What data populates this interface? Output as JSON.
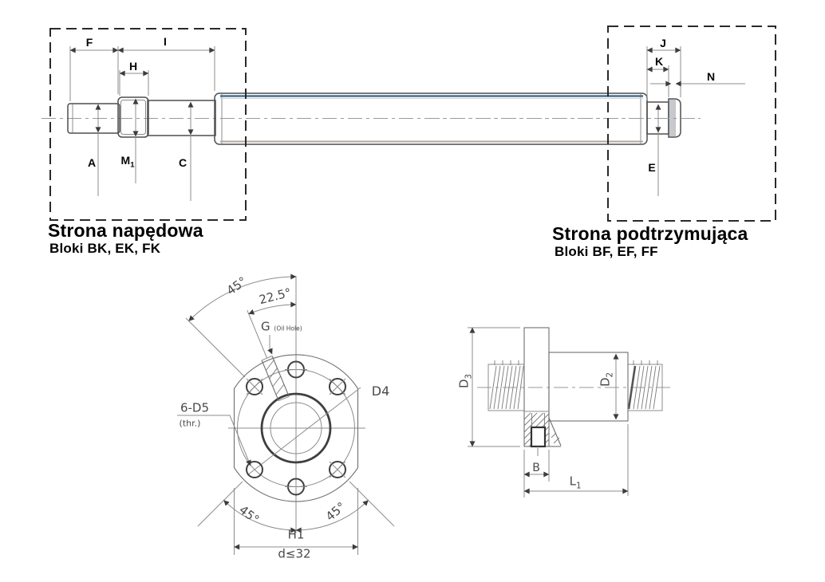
{
  "drive_side": {
    "title": "Strona napędowa",
    "subtitle": "Bloki BK, EK, FK",
    "dims": {
      "f": "F",
      "i": "I",
      "h": "H",
      "a": "A",
      "m_base": "M",
      "m_sub": "1",
      "c": "C"
    }
  },
  "support_side": {
    "title": "Strona podtrzymująca",
    "subtitle": "Bloki BF, EF, FF",
    "dims": {
      "j": "J",
      "k": "K",
      "n": "N",
      "e": "E"
    }
  },
  "flange_view": {
    "angle_top": "45°",
    "angle_mid": "22.5°",
    "oil_label": "G",
    "oil_note": "(Oil Hole)",
    "d4": "D4",
    "bolts": "6-D5",
    "bolts_note": "(thr.)",
    "angle_bl": "45°",
    "angle_br": "45°",
    "h1": "H1",
    "shaft_limit": "d≤32"
  },
  "section_view": {
    "d3_base": "D",
    "d3_sub": "3",
    "d2_base": "D",
    "d2_sub": "2",
    "b": "B",
    "l1_base": "L",
    "l1_sub": "1"
  }
}
